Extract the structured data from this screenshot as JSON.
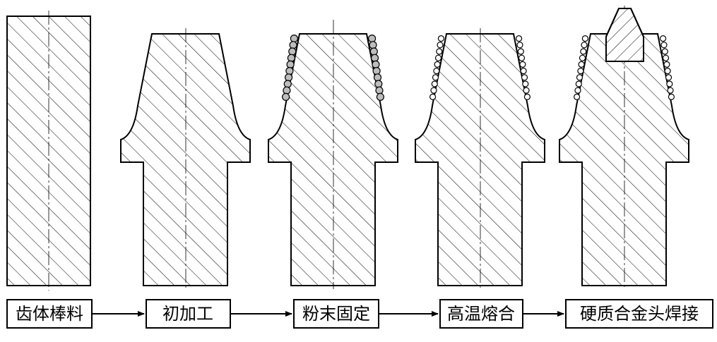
{
  "steps": [
    {
      "label": "齿体棒料"
    },
    {
      "label": "初加工"
    },
    {
      "label": "粉末固定"
    },
    {
      "label": "高温熔合"
    },
    {
      "label": "硬质合金头焊接"
    }
  ],
  "colors": {
    "line": "#000000",
    "hatch": "#000000",
    "bead": "#bdbdbd",
    "background": "#ffffff"
  }
}
